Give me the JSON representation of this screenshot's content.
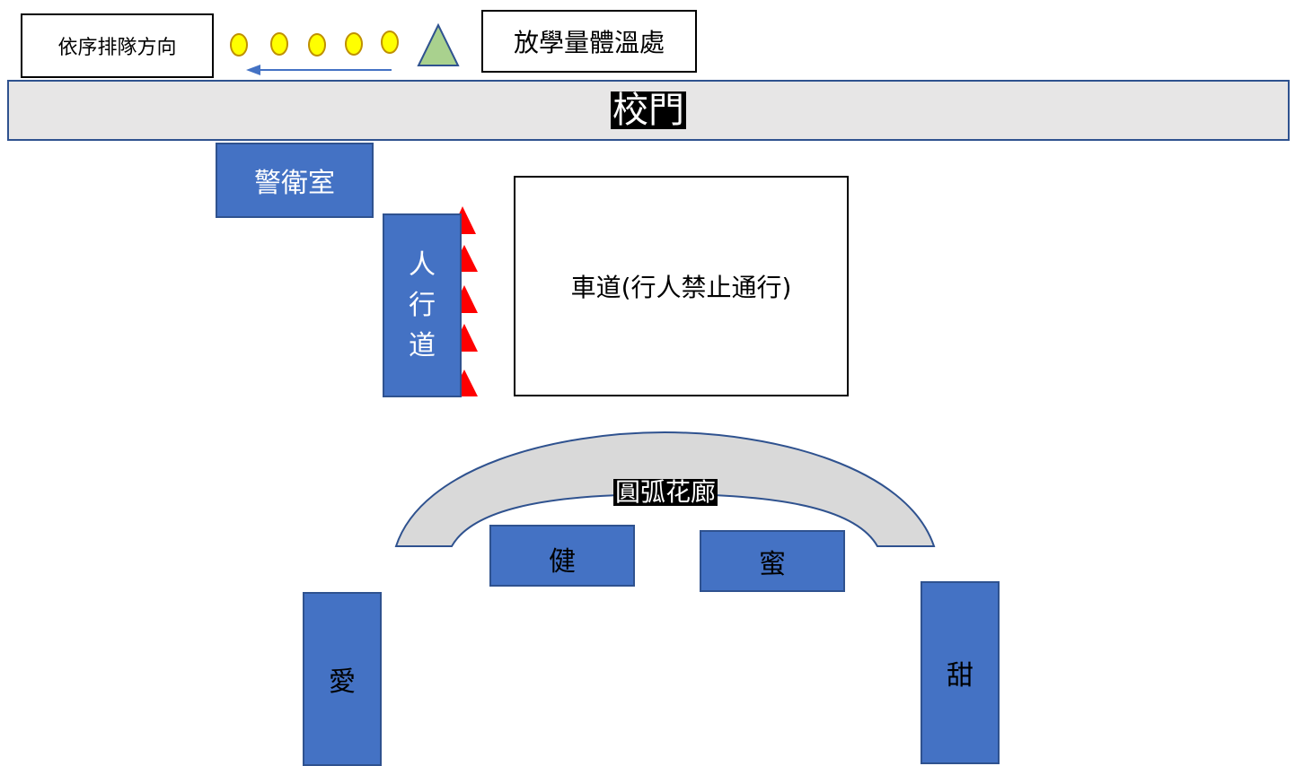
{
  "queue_label": "依序排隊方向",
  "temp_station_label": "放學量體溫處",
  "gate_label": "校門",
  "guard_room_label": "警衛室",
  "sidewalk_label": [
    "人",
    "行",
    "道"
  ],
  "driveway_label": "車道(行人禁止通行)",
  "corridor_label": "圓弧花廊",
  "building_labels": {
    "jian": "健",
    "mi": "蜜",
    "ai": "愛",
    "tian": "甜"
  },
  "colors": {
    "building_fill": "#4472c4",
    "building_border": "#2f528f",
    "gate_fill": "#e7e6e6",
    "corridor_fill": "#d9d9d9",
    "queue_dot_fill": "#ffff00",
    "queue_dot_stroke": "#bf9000",
    "temp_marker_fill": "#a9d18e",
    "temp_marker_stroke": "#2f528f",
    "warning_triangle": "#ff0000",
    "arrow": "#4472c4"
  },
  "icons": {
    "queue_dot": "person-queue-dot",
    "temp_marker": "triangle-marker",
    "direction_arrow": "arrow-left",
    "warning": "warning-triangle"
  }
}
